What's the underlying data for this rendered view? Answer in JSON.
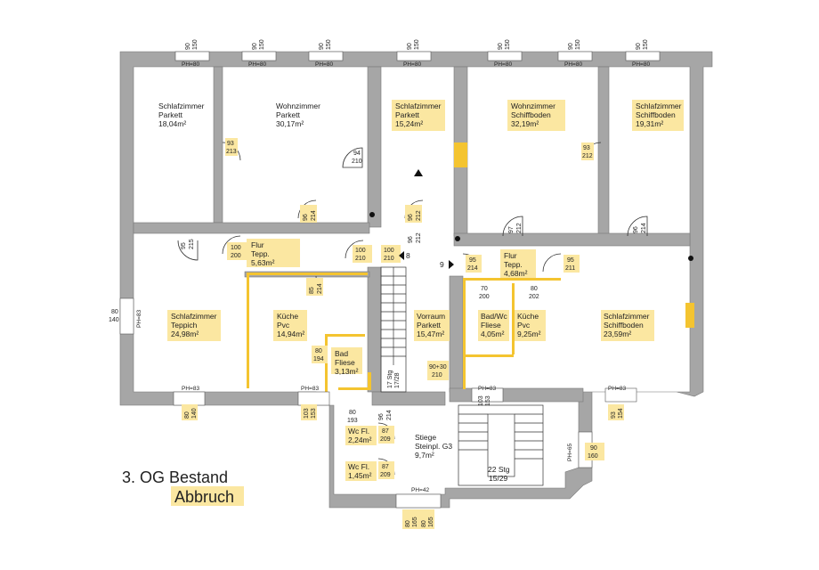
{
  "plan": {
    "title": "3. OG Bestand",
    "subtitle": "Abbruch"
  },
  "rooms": [
    {
      "name": "Schlafzimmer",
      "floor": "Parkett",
      "area": "18,04m²",
      "highlight": false
    },
    {
      "name": "Wohnzimmer",
      "floor": "Parkett",
      "area": "30,17m²",
      "highlight": false
    },
    {
      "name": "Schlafzimmer",
      "floor": "Parkett",
      "area": "15,24m²",
      "highlight": true
    },
    {
      "name": "Wohnzimmer",
      "floor": "Schiffboden",
      "area": "32,19m²",
      "highlight": true
    },
    {
      "name": "Schlafzimmer",
      "floor": "Schiffboden",
      "area": "19,31m²",
      "highlight": true
    },
    {
      "name": "Flur",
      "floor": "Tepp.",
      "area": "5,63m²",
      "highlight": true
    },
    {
      "name": "Flur",
      "floor": "Tepp.",
      "area": "4,68m²",
      "highlight": true
    },
    {
      "name": "Schlafzimmer",
      "floor": "Teppich",
      "area": "24,98m²",
      "highlight": true
    },
    {
      "name": "Küche",
      "floor": "Pvc",
      "area": "14,94m²",
      "highlight": true
    },
    {
      "name": "Bad",
      "floor": "Fliese",
      "area": "3,13m²",
      "highlight": true
    },
    {
      "name": "Vorraum",
      "floor": "Parkett",
      "area": "15,47m²",
      "highlight": true
    },
    {
      "name": "Bad/Wc",
      "floor": "Fliese",
      "area": "4,05m²",
      "highlight": true
    },
    {
      "name": "Küche",
      "floor": "Pvc",
      "area": "9,25m²",
      "highlight": true
    },
    {
      "name": "Schlafzimmer",
      "floor": "Schiffboden",
      "area": "23,59m²",
      "highlight": true
    },
    {
      "name": "Wc Fl.",
      "floor": "",
      "area": "2,24m²",
      "highlight": true
    },
    {
      "name": "Wc Fl.",
      "floor": "",
      "area": "1,45m²",
      "highlight": true
    },
    {
      "name": "Stiege",
      "floor": "Steinpl. G3",
      "area": "9,7m²",
      "highlight": false
    }
  ],
  "door_dims": [
    {
      "top": "93",
      "bottom": "213"
    },
    {
      "top": "94",
      "bottom": "210"
    },
    {
      "top": "96",
      "bottom": "214"
    },
    {
      "top": "96",
      "bottom": "212"
    },
    {
      "top": "96",
      "bottom": "212"
    },
    {
      "top": "93",
      "bottom": "212"
    },
    {
      "top": "95",
      "bottom": "215"
    },
    {
      "top": "97",
      "bottom": "212"
    },
    {
      "top": "96",
      "bottom": "214"
    },
    {
      "top": "100",
      "bottom": "200"
    },
    {
      "top": "100",
      "bottom": "210"
    },
    {
      "top": "100",
      "bottom": "210"
    },
    {
      "top": "85",
      "bottom": "214"
    },
    {
      "top": "95",
      "bottom": "214"
    },
    {
      "top": "95",
      "bottom": "211"
    },
    {
      "top": "70",
      "bottom": "200"
    },
    {
      "top": "80",
      "bottom": "202"
    },
    {
      "top": "80",
      "bottom": "194"
    },
    {
      "top": "90+30",
      "bottom": "210"
    },
    {
      "top": "80",
      "bottom": "193"
    },
    {
      "top": "87",
      "bottom": "209"
    },
    {
      "top": "87",
      "bottom": "209"
    },
    {
      "top": "96",
      "bottom": "214"
    }
  ],
  "window_dims": [
    {
      "top": "90",
      "bottom": "150"
    },
    {
      "top": "80",
      "bottom": "140"
    },
    {
      "top": "80",
      "bottom": "140"
    },
    {
      "top": "103",
      "bottom": "153"
    },
    {
      "top": "103",
      "bottom": "153"
    },
    {
      "top": "93",
      "bottom": "154"
    },
    {
      "top": "90",
      "bottom": "160"
    },
    {
      "top": "80",
      "bottom": "165"
    }
  ],
  "ph_labels": [
    "PH=80",
    "PH=83",
    "PH=42",
    "PH=65"
  ],
  "stairs": [
    {
      "steps": "17 Stg",
      "ratio": "17/28"
    },
    {
      "steps": "22 Stg",
      "ratio": "15/29"
    }
  ],
  "markers": [
    "8",
    "9"
  ],
  "colors": {
    "highlight": "#fbe7a1",
    "wall": "#a6a6a6",
    "accent": "#f4c430"
  }
}
